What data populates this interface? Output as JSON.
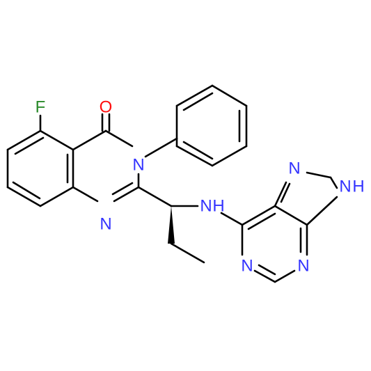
{
  "colors": {
    "bond": "#000000",
    "nitrogen": "#3333ff",
    "oxygen": "#ff0d0d",
    "fluorine": "#2a8a2a"
  },
  "atoms": {
    "F": "F",
    "O": "O",
    "N3": "N",
    "N1": "N",
    "NH_link": "N",
    "H_link": "H",
    "N7": "N",
    "N9": "N",
    "H9": "H",
    "N1p": "N",
    "N3p": "N"
  }
}
